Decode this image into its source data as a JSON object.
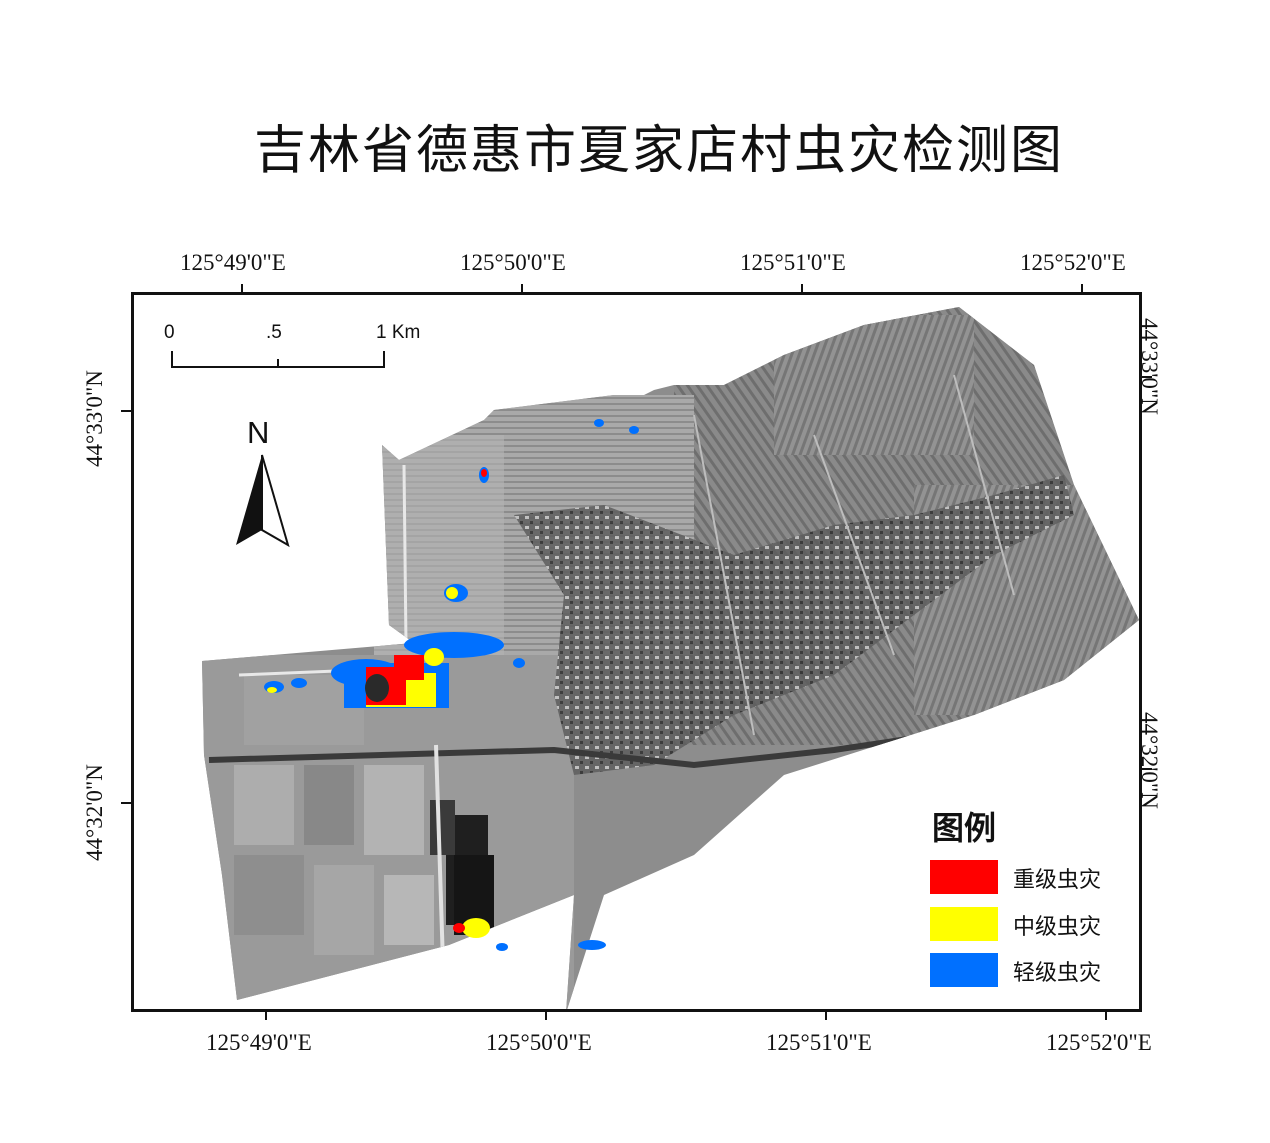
{
  "title": "吉林省德惠市夏家店村虫灾检测图",
  "axes": {
    "top": [
      "125°49'0\"E",
      "125°50'0\"E",
      "125°51'0\"E",
      "125°52'0\"E"
    ],
    "bottom": [
      "125°49'0\"E",
      "125°50'0\"E",
      "125°51'0\"E",
      "125°52'0\"E"
    ],
    "left": [
      "44°33'0\"N",
      "44°32'0\"N"
    ],
    "right": [
      "44°33'0\"N",
      "44°32'0\"N"
    ]
  },
  "scalebar": {
    "labels": [
      "0",
      ".5",
      "1 Km"
    ]
  },
  "north_arrow": {
    "label": "N",
    "icon": "north-arrow-icon"
  },
  "legend": {
    "title": "图例",
    "items": [
      {
        "label": "重级虫灾",
        "color": "#ff0000"
      },
      {
        "label": "中级虫灾",
        "color": "#ffff00"
      },
      {
        "label": "轻级虫灾",
        "color": "#0070ff"
      }
    ]
  }
}
